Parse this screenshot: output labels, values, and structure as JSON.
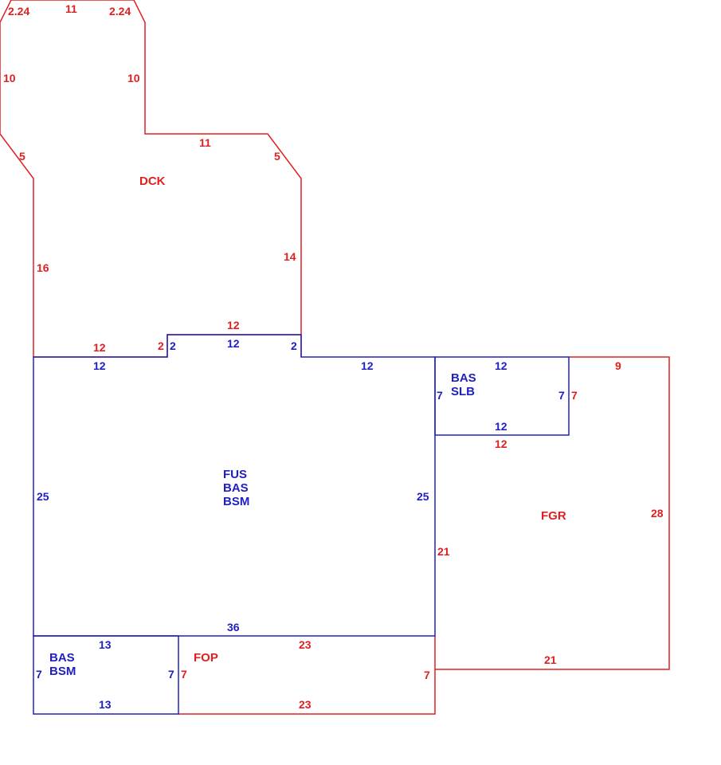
{
  "colors": {
    "red": "#e02020",
    "blue": "#2020c0",
    "background": "#ffffff"
  },
  "areas": [
    {
      "id": "dck",
      "lines": [
        "DCK"
      ],
      "color": "red"
    },
    {
      "id": "main",
      "lines": [
        "FUS",
        "BAS",
        "BSM"
      ],
      "color": "blue"
    },
    {
      "id": "bas-slb",
      "lines": [
        "BAS",
        "SLB"
      ],
      "color": "blue"
    },
    {
      "id": "fgr",
      "lines": [
        "FGR"
      ],
      "color": "red"
    },
    {
      "id": "bas-bsm",
      "lines": [
        "BAS",
        "BSM"
      ],
      "color": "blue"
    },
    {
      "id": "fop",
      "lines": [
        "FOP"
      ],
      "color": "red"
    }
  ],
  "dimensions": {
    "dck": [
      "2.24",
      "11",
      "2.24",
      "10",
      "10",
      "5",
      "11",
      "5",
      "16",
      "14",
      "12",
      "2",
      "12"
    ],
    "main": [
      "2",
      "12",
      "2",
      "12",
      "12",
      "25",
      "25",
      "36"
    ],
    "bas_slb": [
      "12",
      "7",
      "7",
      "12"
    ],
    "fgr": [
      "9",
      "7",
      "12",
      "28",
      "21",
      "21",
      "7"
    ],
    "bas_bsm": [
      "13",
      "7",
      "7",
      "13"
    ],
    "fop": [
      "7",
      "23",
      "23"
    ]
  }
}
